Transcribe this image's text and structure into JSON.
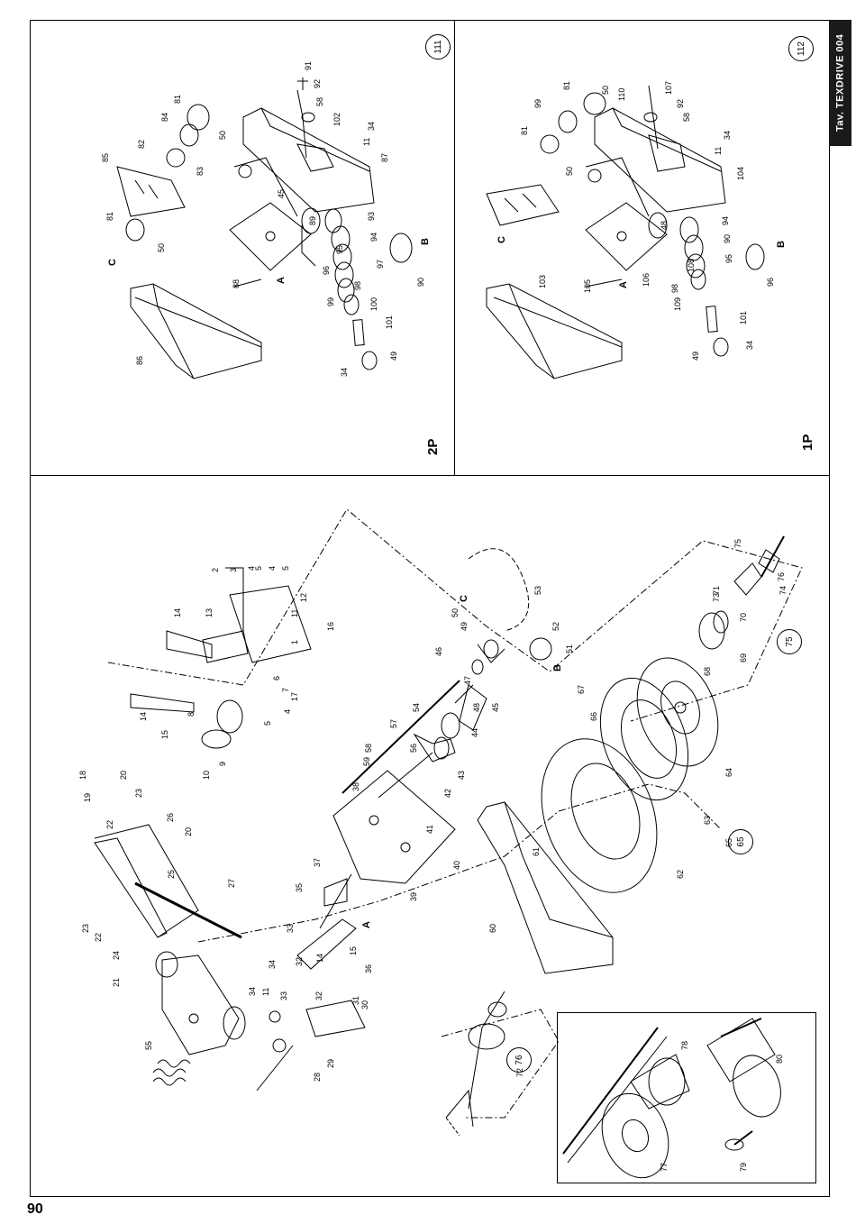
{
  "tab_label": "Tav. TEXDRIVE 004",
  "page_number": "90",
  "panels": {
    "top_left": {
      "code": "2P",
      "circle": "111"
    },
    "top_right": {
      "code": "1P",
      "circle": "112"
    },
    "main": {
      "circles": [
        "65",
        "75",
        "76"
      ]
    }
  },
  "view_letters": [
    "A",
    "B",
    "C"
  ],
  "labels_top_left": [
    "91",
    "92",
    "58",
    "102",
    "34",
    "11",
    "87",
    "81",
    "84",
    "50",
    "82",
    "83",
    "85",
    "81",
    "50",
    "86",
    "88",
    "A",
    "45",
    "89",
    "93",
    "94",
    "95",
    "96",
    "97",
    "98",
    "99",
    "100",
    "101",
    "B",
    "90",
    "49",
    "34",
    "C"
  ],
  "labels_top_right": [
    "81",
    "50",
    "99",
    "110",
    "107",
    "92",
    "58",
    "34",
    "11",
    "104",
    "81",
    "50",
    "C",
    "103",
    "105",
    "A",
    "48",
    "94",
    "90",
    "106",
    "108",
    "95",
    "98",
    "109",
    "101",
    "96",
    "B",
    "49",
    "34"
  ],
  "labels_main": [
    "2",
    "3",
    "4",
    "5",
    "4",
    "5",
    "1",
    "11",
    "12",
    "16",
    "13",
    "14",
    "17",
    "6",
    "7",
    "5",
    "4",
    "8",
    "9",
    "10",
    "15",
    "14",
    "18",
    "19",
    "20",
    "23",
    "22",
    "26",
    "20",
    "25",
    "21",
    "23",
    "22",
    "24",
    "27",
    "55",
    "34",
    "11",
    "33",
    "29",
    "28",
    "30",
    "31",
    "32",
    "36",
    "32",
    "14",
    "15",
    "33",
    "34",
    "35",
    "37",
    "39",
    "38",
    "40",
    "41",
    "42",
    "43",
    "44",
    "45",
    "46",
    "47",
    "48",
    "49",
    "50",
    "51",
    "52",
    "53",
    "54",
    "56",
    "57",
    "58",
    "59",
    "60",
    "61",
    "62",
    "63",
    "64",
    "65",
    "66",
    "67",
    "68",
    "69",
    "70",
    "71",
    "72",
    "73",
    "74",
    "75",
    "76",
    "77",
    "78",
    "79",
    "80"
  ]
}
